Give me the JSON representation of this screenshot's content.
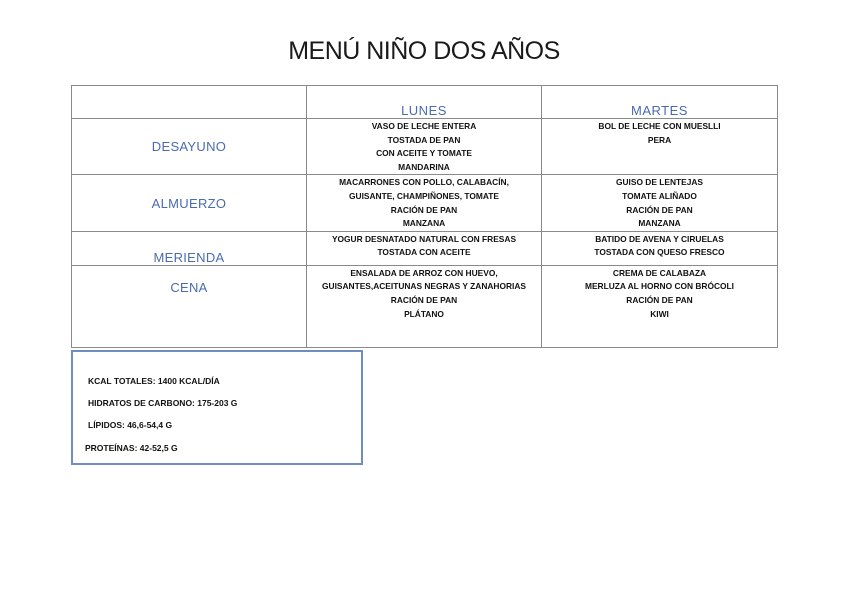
{
  "title": "MENÚ NIÑO DOS AÑOS",
  "table": {
    "columns": [
      "",
      "LUNES",
      "MARTES"
    ],
    "rows": [
      {
        "meal": "DESAYUNO",
        "lunes": [
          "VASO DE LECHE ENTERA",
          "TOSTADA DE PAN",
          "CON ACEITE Y TOMATE",
          "MANDARINA"
        ],
        "martes": [
          "BOL DE LECHE CON MUESLLI",
          "PERA"
        ]
      },
      {
        "meal": "ALMUERZO",
        "lunes": [
          "MACARRONES CON POLLO, CALABACÍN,",
          "GUISANTE, CHAMPIÑONES, TOMATE",
          "RACIÓN DE PAN",
          "MANZANA"
        ],
        "martes": [
          "GUISO DE LENTEJAS",
          "TOMATE ALIÑADO",
          "RACIÓN DE PAN",
          "MANZANA"
        ]
      },
      {
        "meal": "MERIENDA",
        "lunes": [
          "YOGUR DESNATADO NATURAL CON FRESAS",
          "TOSTADA CON ACEITE"
        ],
        "martes": [
          "BATIDO DE AVENA Y CIRUELAS",
          "TOSTADA CON QUESO FRESCO"
        ]
      },
      {
        "meal": "CENA",
        "lunes": [
          "ENSALADA DE ARROZ CON HUEVO,",
          "GUISANTES,ACEITUNAS NEGRAS Y ZANAHORIAS",
          "RACIÓN DE PAN",
          "PLÁTANO"
        ],
        "martes": [
          "CREMA DE CALABAZA",
          "MERLUZA AL HORNO CON BRÓCOLI",
          "RACIÓN DE PAN",
          "KIWI"
        ]
      }
    ]
  },
  "nutrition": {
    "kcal": "KCAL TOTALES: 1400 KCAL/DÍA",
    "carbs": "HIDRATOS DE CARBONO: 175-203 G",
    "lipids": "LÍPIDOS: 46,6-54,4 G",
    "proteins": "PROTEÍNAS: 42-52,5 G"
  },
  "colors": {
    "accent_blue": "#4a6bb0",
    "box_border": "#6f8cc4",
    "table_border": "#8a8a8a"
  }
}
